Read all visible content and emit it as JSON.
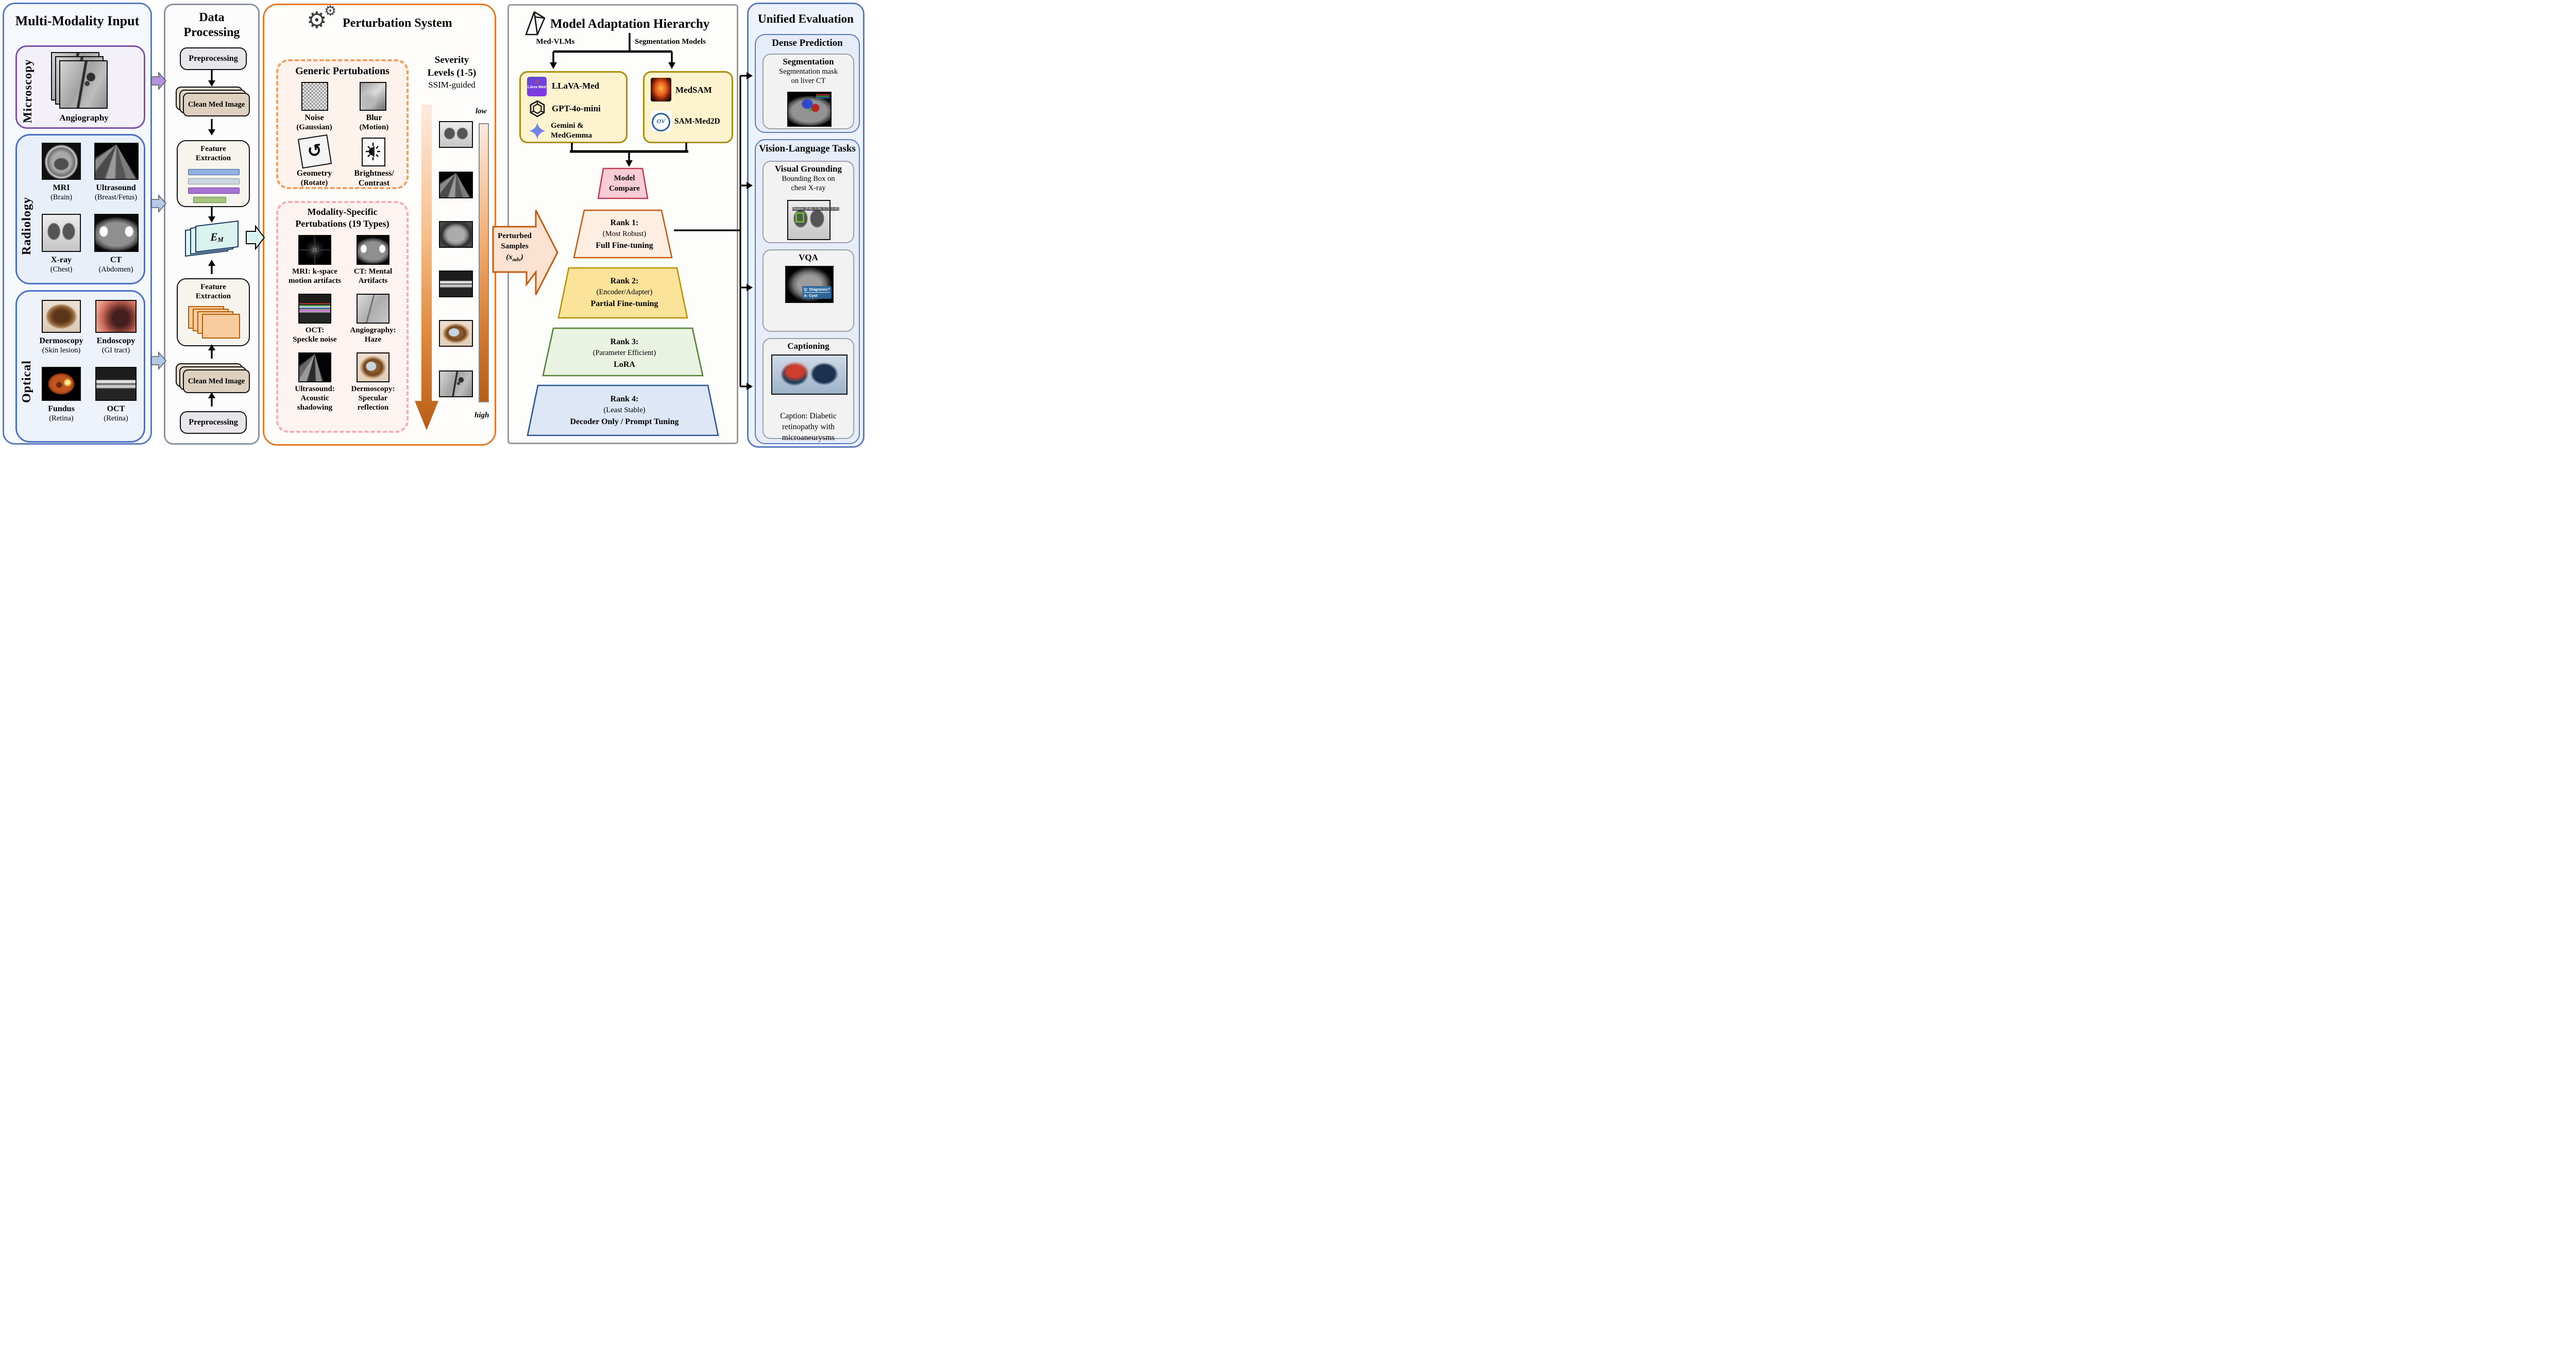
{
  "colors": {
    "panel_blue_border": "#5b7bbd",
    "panel_gray_border": "#8a93a3",
    "panel_orange_border": "#e87722",
    "microscopy_border": "#7b52a8",
    "generic_dash": "#f0a060",
    "modality_dash": "#f2afb8",
    "gold_box_border": "#ad8b0c",
    "model_compare_border": "#c13a54",
    "rank1_border": "#c55a11",
    "rank2_border": "#bf9000",
    "rank3_border": "#538135",
    "rank4_border": "#2e5496",
    "severity_gradient_dark": "#b85c15",
    "bbox_green": "#6aba3f"
  },
  "input": {
    "title": "Multi-Modality Input",
    "microscopy": {
      "label": "Microscopy",
      "caption": "Angiography"
    },
    "radiology": {
      "label": "Radiology",
      "items": [
        {
          "name": "MRI",
          "sub": "(Brain)"
        },
        {
          "name": "Ultrasound",
          "sub": "(Breast/Fetus)"
        },
        {
          "name": "X-ray",
          "sub": "(Chest)"
        },
        {
          "name": "CT",
          "sub": "(Abdomen)"
        }
      ]
    },
    "optical": {
      "label": "Optical",
      "items": [
        {
          "name": "Dermoscopy",
          "sub": "(Skin lesion)"
        },
        {
          "name": "Endoscopy",
          "sub": "(GI tract)"
        },
        {
          "name": "Fundus",
          "sub": "(Retina)"
        },
        {
          "name": "OCT",
          "sub": "(Retina)"
        }
      ]
    }
  },
  "processing": {
    "title_line1": "Data",
    "title_line2": "Processing",
    "preprocessing": "Preprocessing",
    "clean_image": "Clean Med Image",
    "feature_line1": "Feature",
    "feature_line2": "Extraction",
    "encoder": "E",
    "encoder_sub": "M"
  },
  "perturbation": {
    "title": "Perturbation System",
    "generic": {
      "title": "Generic Pertubations",
      "items": [
        {
          "name": "Noise",
          "sub": "(Gaussian)"
        },
        {
          "name": "Blur",
          "sub": "(Motion)"
        },
        {
          "name": "Geometry",
          "sub": "(Rotate)"
        },
        {
          "name": "Brightness/",
          "sub": "Contrast"
        }
      ]
    },
    "modality": {
      "title_line1": "Modality-Specific",
      "title_line2": "Pertubations (19 Types)",
      "items": [
        {
          "line1": "MRI: k-space",
          "line2": "motion artifacts",
          "line3": ""
        },
        {
          "line1": "CT: Mental",
          "line2": "Artifacts",
          "line3": ""
        },
        {
          "line1": "OCT:",
          "line2": "Speckle noise",
          "line3": ""
        },
        {
          "line1": "Angiography:",
          "line2": "Haze",
          "line3": ""
        },
        {
          "line1": "Ultrasound:",
          "line2": "Acoustic",
          "line3": "shadowing"
        },
        {
          "line1": "Dermoscopy:",
          "line2": "Specular",
          "line3": "reflection"
        }
      ]
    },
    "severity": {
      "line1": "Severity",
      "line2": "Levels (1-5)",
      "line3": "SSIM-guided",
      "low": "low",
      "high": "high"
    }
  },
  "perturbed_arrow": {
    "line1": "Perturbed",
    "line2": "Samples",
    "formula_open": "(x",
    "formula_sub": "adv",
    "formula_close": ")"
  },
  "adaptation": {
    "title": "Model Adaptation Hierarchy",
    "branch_left": "Med-VLMs",
    "branch_right": "Segmentation Models",
    "llava_logo": "Llava Med",
    "sam_logo": "OV",
    "models_vlm": [
      {
        "name": "LLaVA-Med"
      },
      {
        "name": "GPT-4o-mini"
      },
      {
        "name_line1": "Gemini &",
        "name_line2": "MedGemma"
      }
    ],
    "models_seg": [
      {
        "name": "MedSAM"
      },
      {
        "name": "SAM-Med2D"
      }
    ],
    "funnel": [
      {
        "rank": "Model",
        "sub": "",
        "method": "Compare"
      },
      {
        "rank": "Rank 1:",
        "sub": "(Most Robust)",
        "method": "Full Fine-tuning"
      },
      {
        "rank": "Rank 2:",
        "sub": "(Encoder/Adapter)",
        "method": "Partial Fine-tuning"
      },
      {
        "rank": "Rank 3:",
        "sub": "(Parameter Efficient)",
        "method": "LoRA"
      },
      {
        "rank": "Rank 4:",
        "sub": "(Least Stable)",
        "method": "Decoder Only / Prompt Tuning"
      }
    ]
  },
  "evaluation": {
    "title": "Unified Evaluation",
    "dense": {
      "title": "Dense Prediction",
      "task": "Segmentation",
      "desc_line1": "Segmentation mask",
      "desc_line2": "on liver CT"
    },
    "vl_title": "Vision-Language Tasks",
    "grounding": {
      "title": "Visual Grounding",
      "desc_line1": "Bounding Box on",
      "desc_line2": "chest X-ray",
      "bbox_label": "Nodule: [0.65, 0.34, 0.72, 0.41]"
    },
    "vqa": {
      "title": "VQA",
      "overlay_q": "Q: Diagnosis?",
      "overlay_a": "A: Cyst",
      "q": "Q: Diagnosis?",
      "a": "A: Cyst."
    },
    "captioning": {
      "title": "Captioning",
      "caption_line1": "Caption: Diabetic",
      "caption_line2": "retinopathy with",
      "caption_line3": "microaneurysms"
    }
  }
}
